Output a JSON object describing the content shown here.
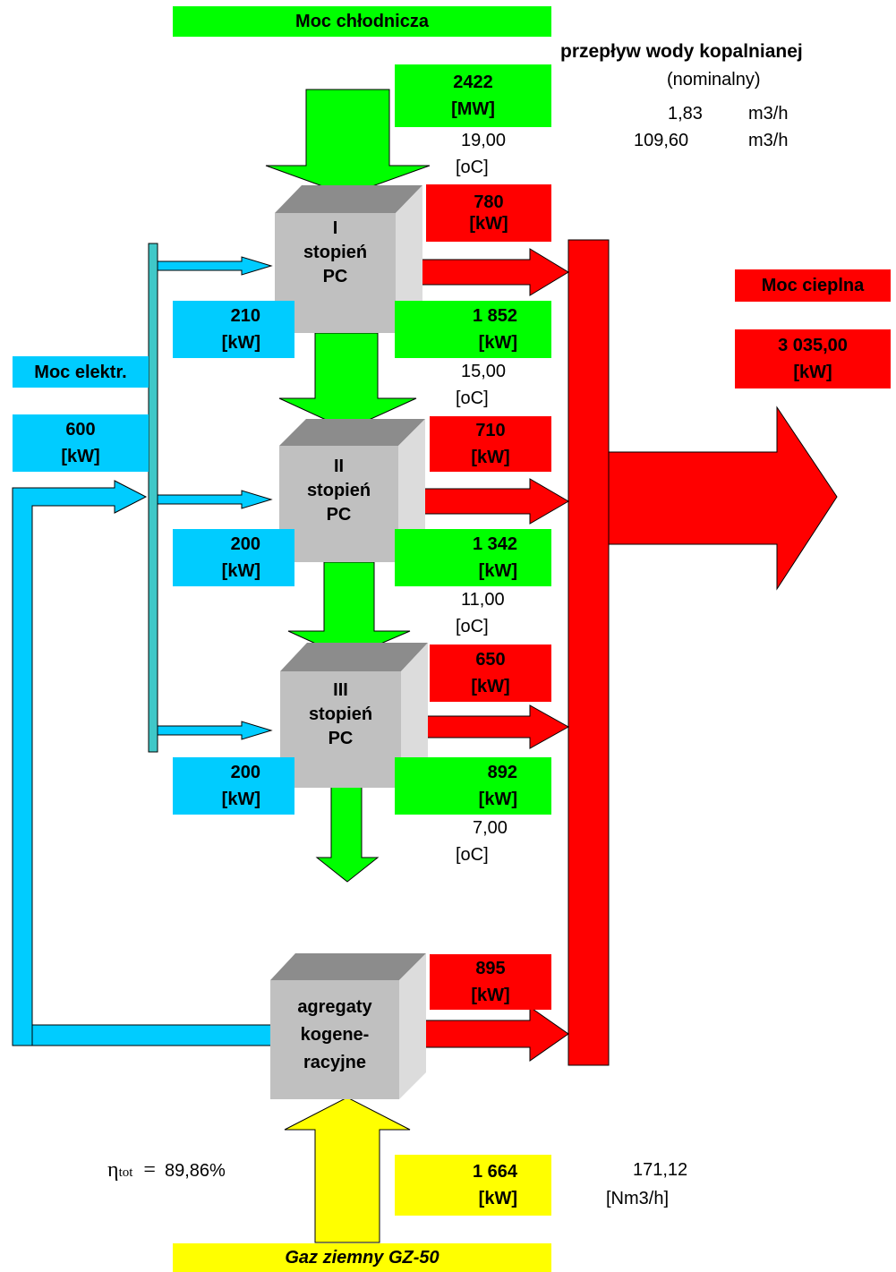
{
  "header": {
    "cooling_power_title": "Moc chłodnicza",
    "flow_title": "przepływ wody kopalnianej",
    "flow_subtitle": "(nominalny)",
    "flow_row1_value": "1,83",
    "flow_row1_unit": "m3/h",
    "flow_row2_value": "109,60",
    "flow_row2_unit": "m3/h"
  },
  "cooling_input": {
    "value": "2422",
    "unit": "[MW]",
    "temp": "19,00",
    "temp_unit": "[oC]"
  },
  "stages": [
    {
      "label_line1": "I",
      "label_line2": "stopień",
      "label_line3": "PC",
      "heat_value": "780",
      "heat_unit": "[kW]",
      "elec_value": "210",
      "elec_unit": "[kW]",
      "cool_value": "1 852",
      "cool_unit": "[kW]",
      "temp_out": "15,00",
      "temp_unit": "[oC]"
    },
    {
      "label_line1": "II",
      "label_line2": "stopień",
      "label_line3": "PC",
      "heat_value": "710",
      "heat_unit": "[kW]",
      "elec_value": "200",
      "elec_unit": "[kW]",
      "cool_value": "1 342",
      "cool_unit": "[kW]",
      "temp_out": "11,00",
      "temp_unit": "[oC]"
    },
    {
      "label_line1": "III",
      "label_line2": "stopień",
      "label_line3": "PC",
      "heat_value": "650",
      "heat_unit": "[kW]",
      "elec_value": "200",
      "elec_unit": "[kW]",
      "cool_value": "892",
      "cool_unit": "[kW]",
      "temp_out": "7,00",
      "temp_unit": "[oC]"
    }
  ],
  "cogeneration": {
    "label_line1": "agregaty",
    "label_line2": "kogene-",
    "label_line3": "racyjne",
    "heat_value": "895",
    "heat_unit": "[kW]"
  },
  "electric": {
    "title": "Moc elektr.",
    "value": "600",
    "unit": "[kW]"
  },
  "thermal": {
    "title": "Moc cieplna",
    "value": "3 035,00",
    "unit": "[kW]"
  },
  "gas": {
    "value": "1 664",
    "unit": "[kW]",
    "flow_value": "171,12",
    "flow_unit": "[Nm3/h]",
    "title": "Gaz ziemny GZ-50"
  },
  "efficiency": {
    "symbol": "η",
    "subscript": "tot",
    "equals": "=",
    "value": "89,86%"
  },
  "colors": {
    "cooling": "#00ff00",
    "heat": "#ff0000",
    "electric": "#00ccff",
    "gas": "#ffff00",
    "bus": "#40c8c8",
    "cube_front": "#c0c0c0",
    "cube_top": "#8c8c8c",
    "cube_side": "#dcdcdc"
  }
}
